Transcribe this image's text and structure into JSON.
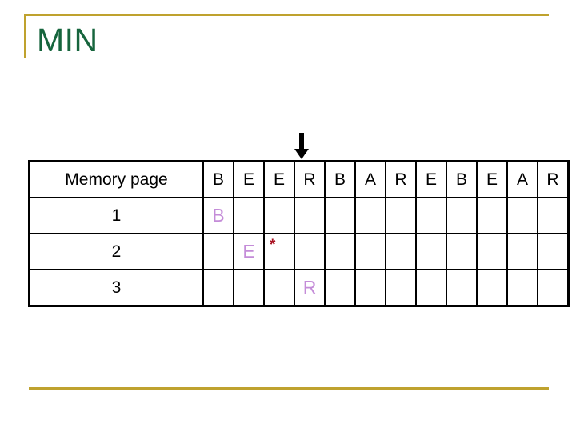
{
  "slide": {
    "title": "MIN",
    "title_color": "#16653D",
    "accent_color": "#BFA22E",
    "background_color": "#FFFFFF"
  },
  "pointer": {
    "icon": "down-arrow-icon",
    "points_at_column_index": 3,
    "points_at_reference": "R",
    "color": "#000000"
  },
  "table": {
    "label_header": "Memory page",
    "reference_string": [
      "B",
      "E",
      "E",
      "R",
      "B",
      "A",
      "R",
      "E",
      "B",
      "E",
      "A",
      "R"
    ],
    "frame_color": "#000000",
    "letter_color": "#C48CD8",
    "fault_marker_color": "#A81020",
    "fault_marker_glyph": "*",
    "rows": [
      {
        "label": "1",
        "cells": [
          "B",
          "",
          "",
          "",
          "",
          "",
          "",
          "",
          "",
          "",
          "",
          ""
        ],
        "faults": [
          false,
          false,
          false,
          false,
          false,
          false,
          false,
          false,
          false,
          false,
          false,
          false
        ]
      },
      {
        "label": "2",
        "cells": [
          "",
          "E",
          "",
          "",
          "",
          "",
          "",
          "",
          "",
          "",
          "",
          ""
        ],
        "faults": [
          false,
          false,
          true,
          false,
          false,
          false,
          false,
          false,
          false,
          false,
          false,
          false
        ]
      },
      {
        "label": "3",
        "cells": [
          "",
          "",
          "",
          "R",
          "",
          "",
          "",
          "",
          "",
          "",
          "",
          ""
        ],
        "faults": [
          false,
          false,
          false,
          false,
          false,
          false,
          false,
          false,
          false,
          false,
          false,
          false
        ]
      }
    ]
  }
}
